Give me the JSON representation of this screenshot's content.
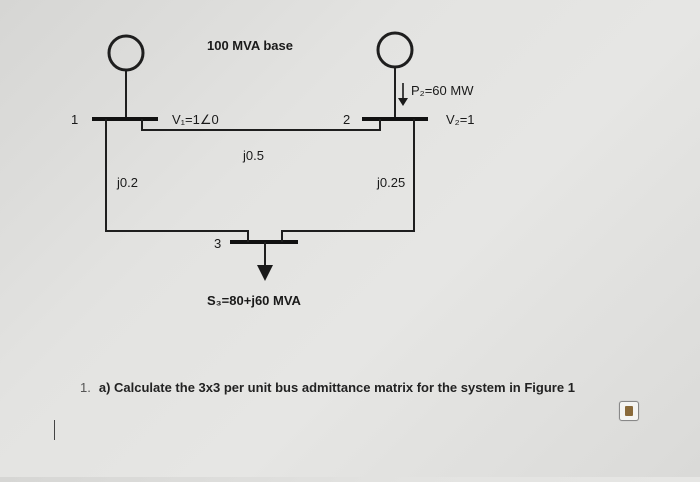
{
  "diagram": {
    "base_label": "100 MVA base",
    "bus1": {
      "number": "1",
      "voltage": "V₁=1∠0"
    },
    "bus2": {
      "number": "2",
      "power": "P₂=60 MW",
      "voltage": "V₂=1"
    },
    "bus3": {
      "number": "3",
      "load": "S₃=80+j60 MVA"
    },
    "line_12_impedance": "j0.5",
    "line_13_impedance": "j0.2",
    "line_23_impedance": "j0.25"
  },
  "question": {
    "number": "1.",
    "text": "a) Calculate the 3x3 per unit bus admittance matrix for the system in Figure 1"
  },
  "icons": {
    "generator": "generator-circle-icon",
    "load_arrow": "arrow-down-icon",
    "document": "document-icon"
  }
}
